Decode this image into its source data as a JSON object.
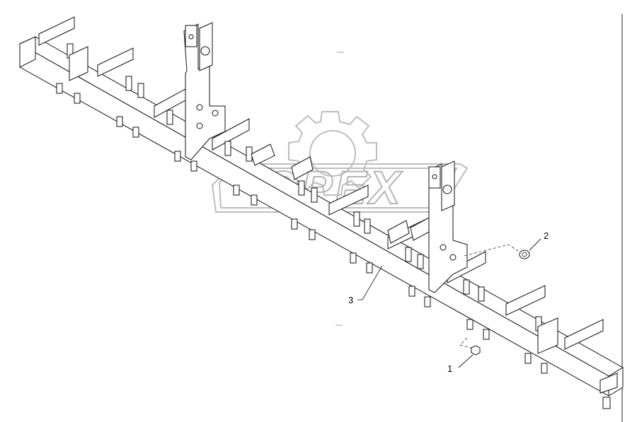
{
  "watermark": {
    "text": "OPEX"
  },
  "callouts": [
    {
      "id": "1",
      "label": "1"
    },
    {
      "id": "2",
      "label": "2"
    },
    {
      "id": "3",
      "label": "3"
    }
  ]
}
